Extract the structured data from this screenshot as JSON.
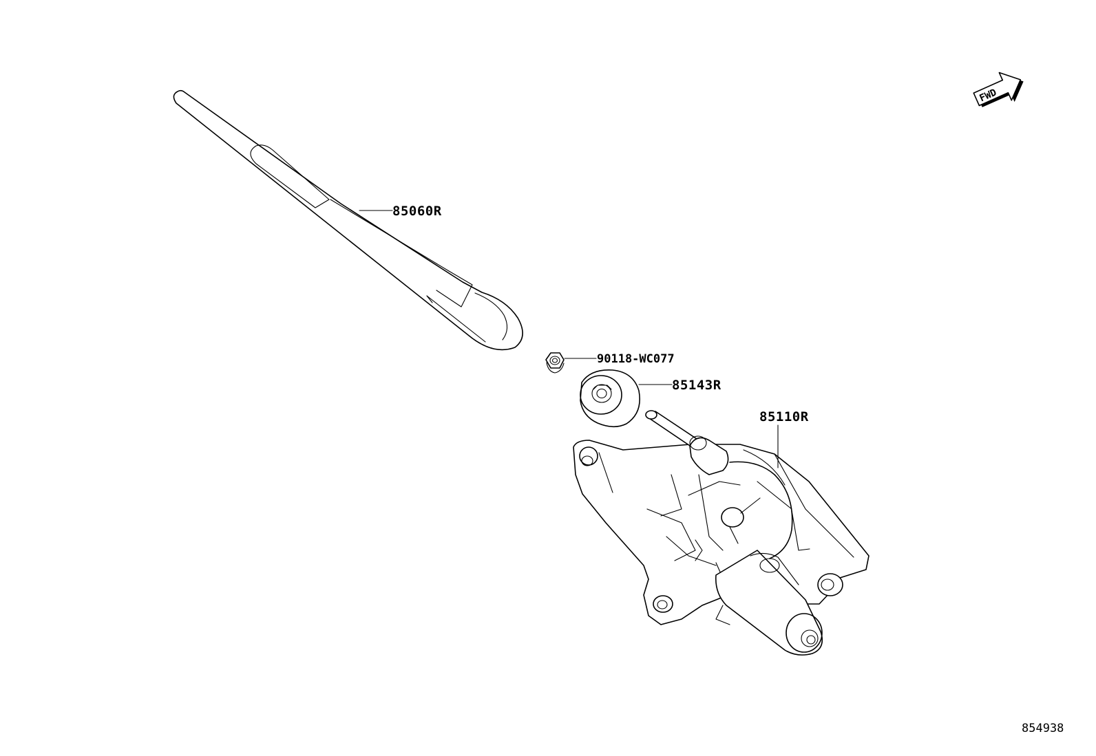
{
  "direction_marker": {
    "text": "FWD",
    "icon": "forward-arrow-icon"
  },
  "callouts": {
    "wiper_arm": "85060R",
    "nut": "90118-WC077",
    "pivot_cap": "85143R",
    "wiper_motor": "85110R"
  },
  "diagram_number": "854938"
}
